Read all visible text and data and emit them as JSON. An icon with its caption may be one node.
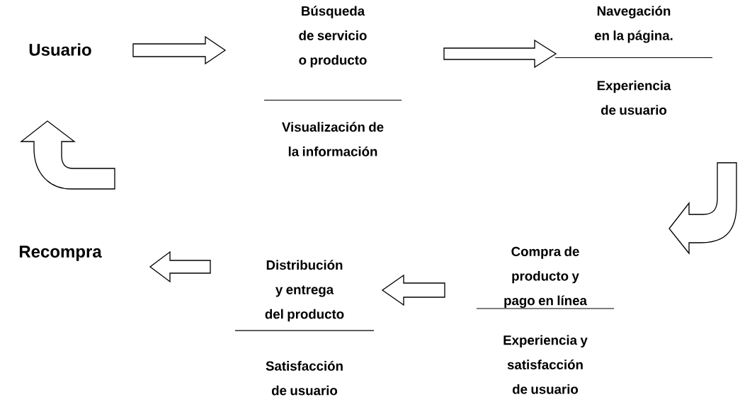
{
  "diagram": {
    "nodes": [
      {
        "text": [
          "Usuario"
        ]
      },
      {
        "text": [
          "Búsqueda de servicio o producto",
          "Visualización de la información"
        ]
      },
      {
        "text": [
          "Navegación en la página.",
          "Experiencia de usuario"
        ]
      },
      {
        "text": [
          "Compra de producto y pago en línea",
          "Experiencia y satisfacción de usuario"
        ]
      },
      {
        "text": [
          "Distribución y entrega del producto",
          "Satisfacción de usuario"
        ]
      },
      {
        "text": [
          "Recompra"
        ]
      }
    ],
    "edges": [
      {
        "from": 0,
        "to": 1,
        "arrow": "to"
      },
      {
        "from": 1,
        "to": 2,
        "arrow": "to"
      },
      {
        "from": 2,
        "to": 3,
        "arrow": "to"
      },
      {
        "from": 3,
        "to": 4,
        "arrow": "to"
      },
      {
        "from": 4,
        "to": 5,
        "arrow": "to"
      },
      {
        "from": 5,
        "to": 0,
        "arrow": "to"
      }
    ]
  }
}
